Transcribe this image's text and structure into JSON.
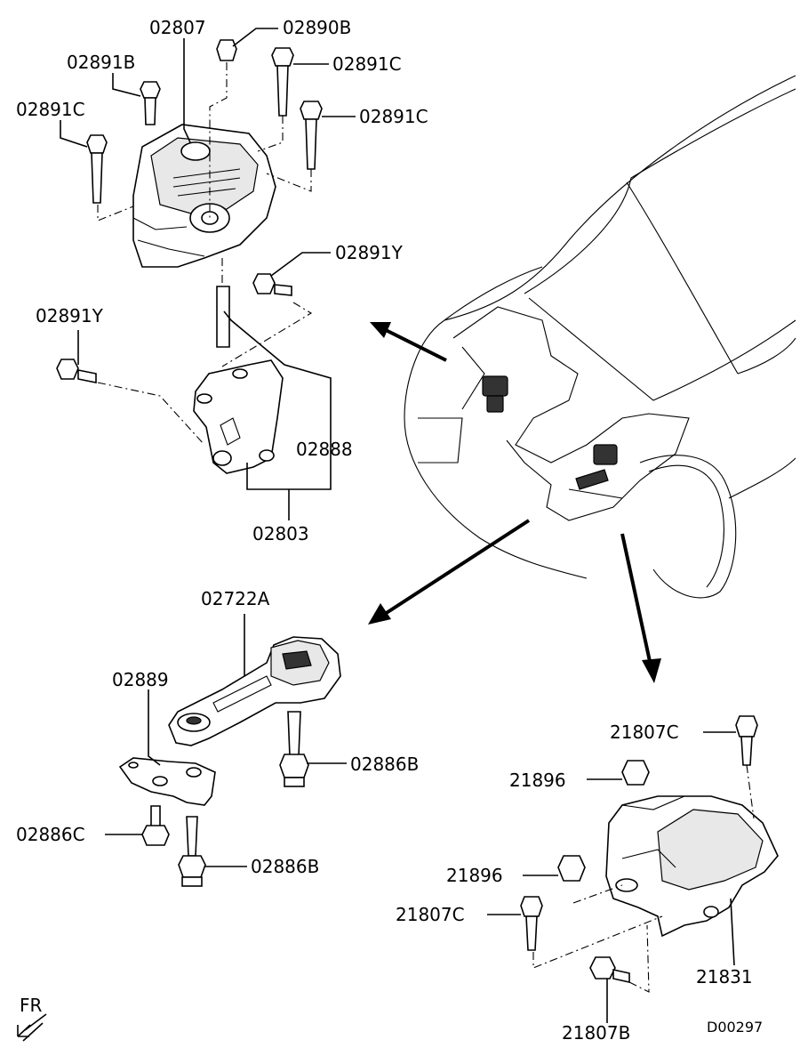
{
  "diagram_code": "D00297",
  "direction_label": "FR",
  "callouts": {
    "c02807": "02807",
    "c02890B": "02890B",
    "c02891B": "02891B",
    "c02891C_a": "02891C",
    "c02891C_b": "02891C",
    "c02891C_c": "02891C",
    "c02891Y_a": "02891Y",
    "c02891Y_b": "02891Y",
    "c02888": "02888",
    "c02803": "02803",
    "c02722A": "02722A",
    "c02889": "02889",
    "c02886B_a": "02886B",
    "c02886C": "02886C",
    "c02886B_b": "02886B",
    "c21807C_a": "21807C",
    "c21896_a": "21896",
    "c21896_b": "21896",
    "c21807C_b": "21807C",
    "c21831": "21831",
    "c21807B": "21807B"
  }
}
